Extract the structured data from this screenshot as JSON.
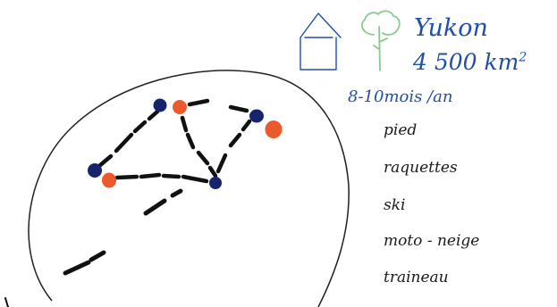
{
  "sketch": {
    "place_name": "Yukon",
    "area_value": "4 500 km",
    "area_exponent": "2",
    "season_text": "8-10mois /an",
    "travel_modes": [
      "pied",
      "raquettes",
      "ski",
      "moto - neige",
      "traineau"
    ],
    "icons": {
      "house": "house-icon",
      "tree": "tree-icon"
    },
    "colors": {
      "ink_blue": "#1f4fa8",
      "tree_green": "#8bc98d",
      "dot_navy": "#16236d",
      "dot_orange": "#ea5a2d",
      "dash_black": "#111111"
    }
  }
}
